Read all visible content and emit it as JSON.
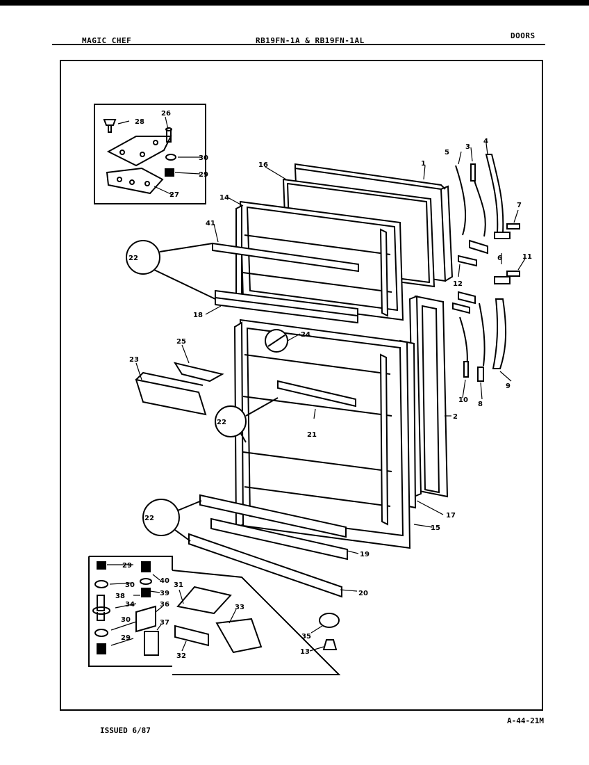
{
  "header": {
    "brand": "MAGIC CHEF",
    "model": "RB19FN-1A & RB19FN-1AL",
    "section": "DOORS"
  },
  "footer": {
    "issued": "ISSUED 6/87",
    "drawing_code": "A-44-21M"
  },
  "callouts": {
    "c1": "1",
    "c2": "2",
    "c3": "3",
    "c4": "4",
    "c5": "5",
    "c6": "6",
    "c7": "7",
    "c8": "8",
    "c9": "9",
    "c10": "10",
    "c11": "11",
    "c12": "12",
    "c13": "13",
    "c14": "14",
    "c15": "15",
    "c16": "16",
    "c17": "17",
    "c18": "18",
    "c19": "19",
    "c20": "20",
    "c21": "21",
    "c22": "22",
    "c23": "23",
    "c24": "24",
    "c25": "25",
    "c26": "26",
    "c27": "27",
    "c28": "28",
    "c29": "29",
    "c30": "30",
    "c31": "31",
    "c32": "32",
    "c33": "33",
    "c34": "34",
    "c35": "35",
    "c36": "36",
    "c37": "37",
    "c38": "38",
    "c39": "39",
    "c40": "40",
    "c41": "41"
  }
}
